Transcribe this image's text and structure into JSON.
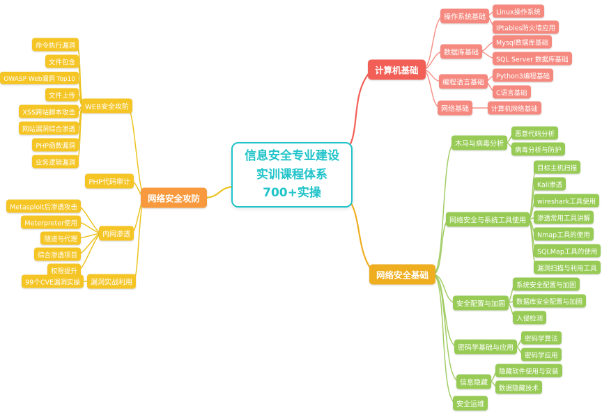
{
  "colors": {
    "teal": "#1fc3c9",
    "orange": "#f7993c",
    "yellow": "#f5c526",
    "red": "#f25f56",
    "salmon": "#f6897f",
    "gold": "#efae20",
    "green": "#97cb55",
    "edge-yellow": "#ecc31e",
    "edge-salmon": "#f59289",
    "edge-green": "#a2cd66"
  },
  "center": {
    "title": "信息安全专业建设\n实训课程体系\n700+实操"
  },
  "branches": {
    "attack": {
      "label": "网络安全攻防",
      "children": [
        {
          "label": "WEB安全攻防",
          "children": [
            {
              "label": "命令执行漏洞"
            },
            {
              "label": "文件包含"
            },
            {
              "label": "OWASP Web漏洞 Top10"
            },
            {
              "label": "文件上传"
            },
            {
              "label": "XSS跨站脚本攻击"
            },
            {
              "label": "网站漏洞综合渗透"
            },
            {
              "label": "PHP函数漏洞"
            },
            {
              "label": "业务逻辑漏洞"
            }
          ]
        },
        {
          "label": "PHP代码审计",
          "children": []
        },
        {
          "label": "内网渗透",
          "children": [
            {
              "label": "Metasploit后渗透攻击"
            },
            {
              "label": "Meterpreter使用"
            },
            {
              "label": "隧道与代理"
            },
            {
              "label": "综合渗透项目"
            },
            {
              "label": "权限提升"
            }
          ]
        },
        {
          "label": "漏洞实战利用",
          "children": [
            {
              "label": "99个CVE漏洞实操"
            }
          ]
        }
      ]
    },
    "computer": {
      "label": "计算机基础",
      "children": [
        {
          "label": "操作系统基础",
          "children": [
            {
              "label": "Linux操作系统"
            },
            {
              "label": "IPtables防火墙应用"
            }
          ]
        },
        {
          "label": "数据库基础",
          "children": [
            {
              "label": "Mysql数据库基础"
            },
            {
              "label": "SQL Server 数据库基础"
            }
          ]
        },
        {
          "label": "编程语言基础",
          "children": [
            {
              "label": "Python3编程基础"
            },
            {
              "label": "C语言基础"
            }
          ]
        },
        {
          "label": "网络基础",
          "children": [
            {
              "label": "计算机网络基础"
            }
          ]
        }
      ]
    },
    "security": {
      "label": "网络安全基础",
      "children": [
        {
          "label": "木马与病毒分析",
          "children": [
            {
              "label": "恶意代码分析"
            },
            {
              "label": "病毒分析与防护"
            }
          ]
        },
        {
          "label": "网络安全与系统工具使用",
          "children": [
            {
              "label": "目标主机扫描"
            },
            {
              "label": "Kali渗透"
            },
            {
              "label": "wireshark工具使用"
            },
            {
              "label": "渗透常用工具讲解"
            },
            {
              "label": "Nmap工具的使用"
            },
            {
              "label": "SQLMap工具的使用"
            },
            {
              "label": "漏洞扫描与利用工具"
            }
          ]
        },
        {
          "label": "安全配置与加固",
          "children": [
            {
              "label": "系统安全配置与加固"
            },
            {
              "label": "数据库安全配置与加固"
            },
            {
              "label": "入侵检测"
            }
          ]
        },
        {
          "label": "密码学基础与应用",
          "children": [
            {
              "label": "密码学算法"
            },
            {
              "label": "密码学应用"
            }
          ]
        },
        {
          "label": "信息隐藏",
          "children": [
            {
              "label": "隐藏软件使用与安装"
            },
            {
              "label": "数据隐藏技术"
            }
          ]
        },
        {
          "label": "安全运维",
          "children": []
        }
      ]
    }
  }
}
